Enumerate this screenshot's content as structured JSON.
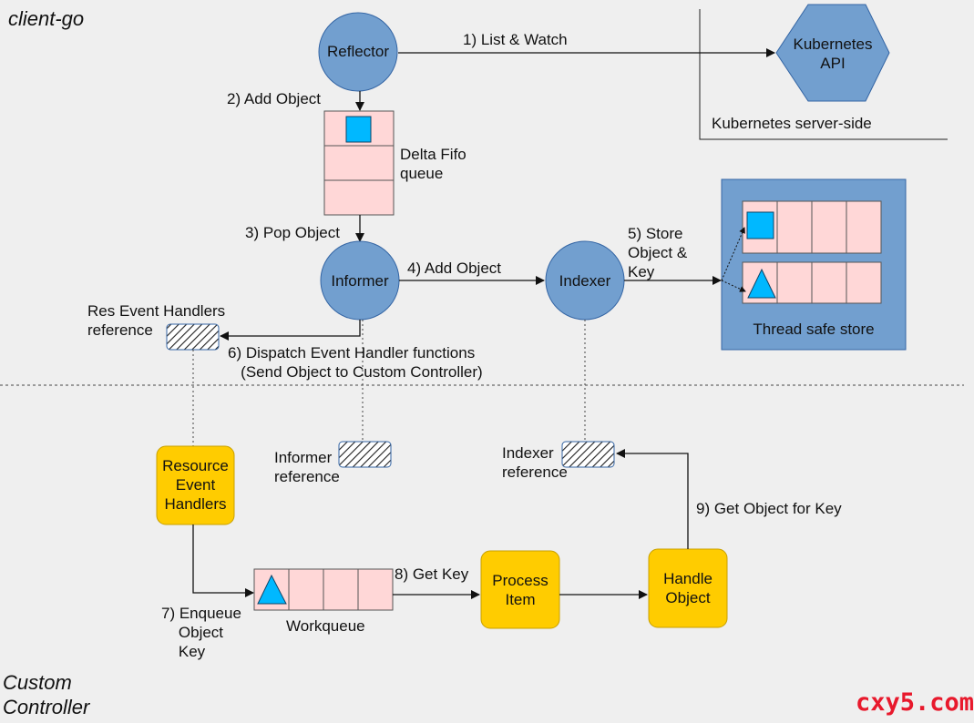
{
  "sections": {
    "client_go": "client-go",
    "custom_controller": "Custom\nController",
    "server_side": "Kubernetes server-side"
  },
  "nodes": {
    "reflector": "Reflector",
    "kubernetes_api": "Kubernetes\nAPI",
    "delta_fifo": "Delta Fifo\nqueue",
    "informer": "Informer",
    "indexer": "Indexer",
    "thread_safe_store": "Thread safe store",
    "res_event_handlers_ref": "Res Event Handlers\nreference",
    "informer_ref": "Informer\nreference",
    "indexer_ref": "Indexer\nreference",
    "resource_event_handlers": "Resource\nEvent\nHandlers",
    "workqueue": "Workqueue",
    "process_item": "Process\nItem",
    "handle_object": "Handle\nObject"
  },
  "steps": {
    "s1": "1) List & Watch",
    "s2": "2) Add Object",
    "s3": "3) Pop Object",
    "s4": "4) Add Object",
    "s5": "5) Store\nObject &\nKey",
    "s6": "6) Dispatch Event Handler functions\n   (Send Object to Custom Controller)",
    "s7": "7) Enqueue\n    Object\n    Key",
    "s8": "8) Get Key",
    "s9": "9) Get Object for Key"
  },
  "watermark": "cxy5.com",
  "colors": {
    "circle": "#729fcf",
    "circle_stroke": "#3465a4",
    "queue_cell": "#ffd7d7",
    "blue_square": "#00b8ff",
    "store_bg": "#729fcf",
    "yellow": "#ffcc00",
    "yellow_stroke": "#c8a000",
    "watermark": "#e8192c"
  }
}
